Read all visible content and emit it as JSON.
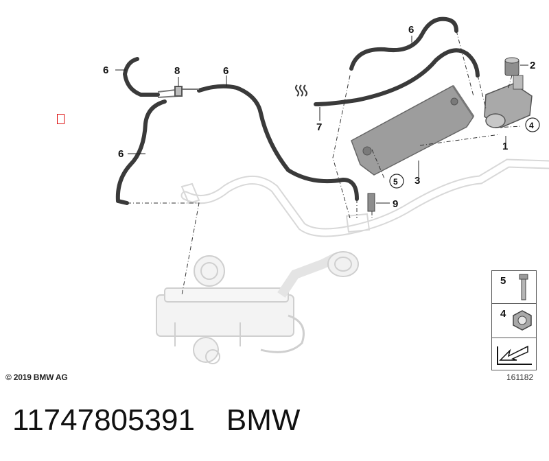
{
  "callouts": {
    "c1": "1",
    "c2": "2",
    "c3": "3",
    "c4": "4",
    "c5": "5",
    "c6a": "6",
    "c6b": "6",
    "c6c": "6",
    "c6d": "6",
    "c7": "7",
    "c8": "8",
    "c9": "9"
  },
  "legend": {
    "items": [
      {
        "number": "5",
        "icon": "bolt-icon"
      },
      {
        "number": "4",
        "icon": "hex-nut-icon"
      },
      {
        "number": "",
        "icon": "direction-arrow-icon"
      }
    ]
  },
  "footer": {
    "copyright": "© 2019 BMW AG",
    "figure_number": "161182",
    "part_number": "11747805391",
    "brand": "BMW"
  },
  "colors": {
    "hose": "#3a3a3a",
    "ghost_part": "#d6d6d6",
    "bracket": "#9a9a9a",
    "marker": "#dd1111"
  }
}
